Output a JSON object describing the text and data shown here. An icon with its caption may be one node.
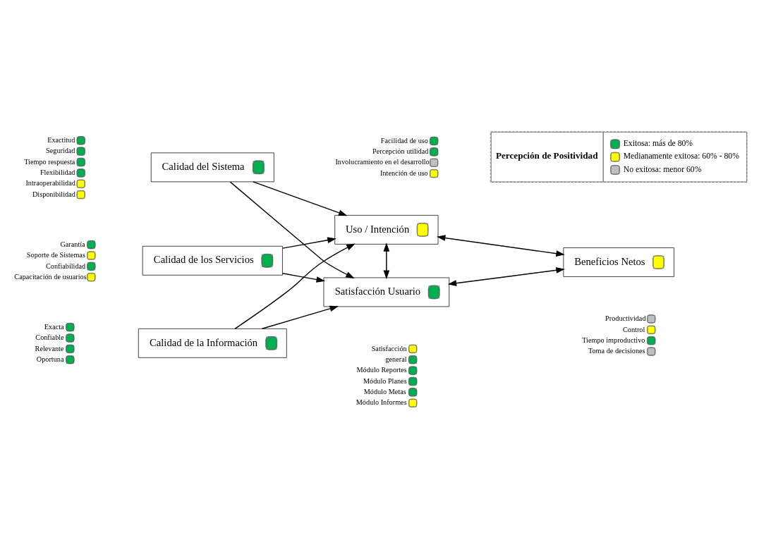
{
  "diagram": {
    "nodes": [
      {
        "text": [
          "Calidad del Sistema"
        ],
        "beside": [
          "Exactitud",
          "Seguridad",
          "Tiempo respuesta",
          "Flexibilidad",
          "Intraoperabilidad",
          "Disponibilidad"
        ]
      },
      {
        "text": [
          "Calidad de los Servicios"
        ],
        "beside": [
          "Garantía",
          "Soporte de Sistemas",
          "Confiabilidad",
          "Capacitación de usuarios"
        ]
      },
      {
        "text": [
          "Calidad de la Información"
        ],
        "beside": [
          "Exacta",
          "Confiable",
          "Relevante",
          "Oportuna"
        ]
      },
      {
        "text": [
          "Uso / Intención"
        ],
        "beside": [
          "Facilidad de uso",
          "Percepción utilidad",
          "Involucramiento en el desarrollo",
          "Intención de uso"
        ]
      },
      {
        "text": [
          "Satisfacción Usuario"
        ],
        "beside": [
          "Satisfacción",
          "general",
          "Módulo Reportes",
          "Módulo Planes",
          "Módulo Metas",
          "Módulo Informes"
        ]
      },
      {
        "text": [
          "Beneficios Netos"
        ],
        "beside": [
          "Productividad",
          "Control",
          "Tiempo improductivo",
          "Toma de decisiones"
        ]
      }
    ],
    "edges": [
      {
        "from": 0,
        "to": 3,
        "arrow": "to"
      },
      {
        "from": 0,
        "to": 4,
        "arrow": "to"
      },
      {
        "from": 1,
        "to": 3,
        "arrow": "to"
      },
      {
        "from": 1,
        "to": 4,
        "arrow": "to"
      },
      {
        "from": 2,
        "to": 3,
        "arrow": "to"
      },
      {
        "from": 2,
        "to": 4,
        "arrow": "to"
      },
      {
        "from": 3,
        "to": 4,
        "arrow": "both"
      },
      {
        "from": 3,
        "to": 5,
        "arrow": "both"
      },
      {
        "from": 4,
        "to": 5,
        "arrow": "both"
      }
    ],
    "labels": [
      "Percepción de Positividad"
    ],
    "legend": [
      {
        "text": "Exitosa: más de 80%",
        "color": "#00b050"
      },
      {
        "text": "Medianamente exitosa: 60% - 80%",
        "color": "#ffff00"
      },
      {
        "text": "No exitosa: menor 60%",
        "color": "#bfbfbf"
      }
    ]
  }
}
